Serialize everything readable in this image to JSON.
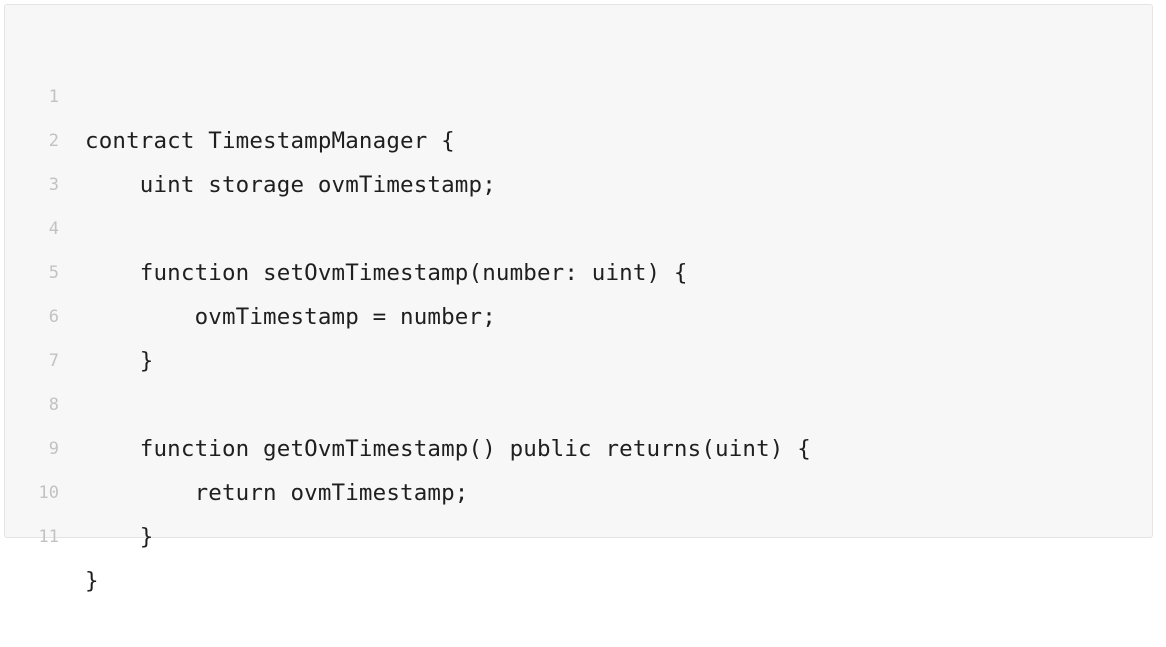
{
  "code_block": {
    "language": "solidity",
    "lines": [
      {
        "number": "1",
        "text": "contract TimestampManager {"
      },
      {
        "number": "2",
        "text": "    uint storage ovmTimestamp;"
      },
      {
        "number": "3",
        "text": ""
      },
      {
        "number": "4",
        "text": "    function setOvmTimestamp(number: uint) {"
      },
      {
        "number": "5",
        "text": "        ovmTimestamp = number;"
      },
      {
        "number": "6",
        "text": "    }"
      },
      {
        "number": "7",
        "text": ""
      },
      {
        "number": "8",
        "text": "    function getOvmTimestamp() public returns(uint) {"
      },
      {
        "number": "9",
        "text": "        return ovmTimestamp;"
      },
      {
        "number": "10",
        "text": "    }"
      },
      {
        "number": "11",
        "text": "}"
      }
    ]
  }
}
